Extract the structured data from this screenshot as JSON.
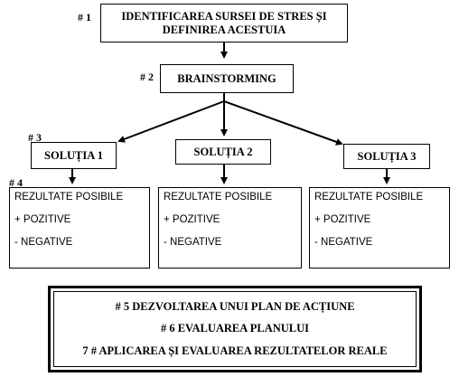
{
  "step1": {
    "label": "# 1",
    "text_line1": "IDENTIFICAREA SURSEI DE STRES ȘI",
    "text_line2": "DEFINIREA ACESTUIA"
  },
  "step2": {
    "label": "# 2",
    "text": "BRAINSTORMING"
  },
  "step3_label": "# 3",
  "step4_label": "# 4",
  "solutions": [
    {
      "title": "SOLUȚIA 1",
      "results_title": "REZULTATE POSIBILE",
      "positive": "+ POZITIVE",
      "negative": "- NEGATIVE"
    },
    {
      "title": "SOLUȚIA 2",
      "results_title": "REZULTATE POSIBILE",
      "positive": "+ POZITIVE",
      "negative": "- NEGATIVE"
    },
    {
      "title": "SOLUȚIA 3",
      "results_title": "REZULTATE POSIBILE",
      "positive": "+ POZITIVE",
      "negative": "- NEGATIVE"
    }
  ],
  "final_steps": [
    "# 5 DEZVOLTAREA UNUI PLAN DE ACȚIUNE",
    "# 6 EVALUAREA PLANULUI",
    "7 # APLICAREA ȘI EVALUAREA REZULTATELOR REALE"
  ]
}
